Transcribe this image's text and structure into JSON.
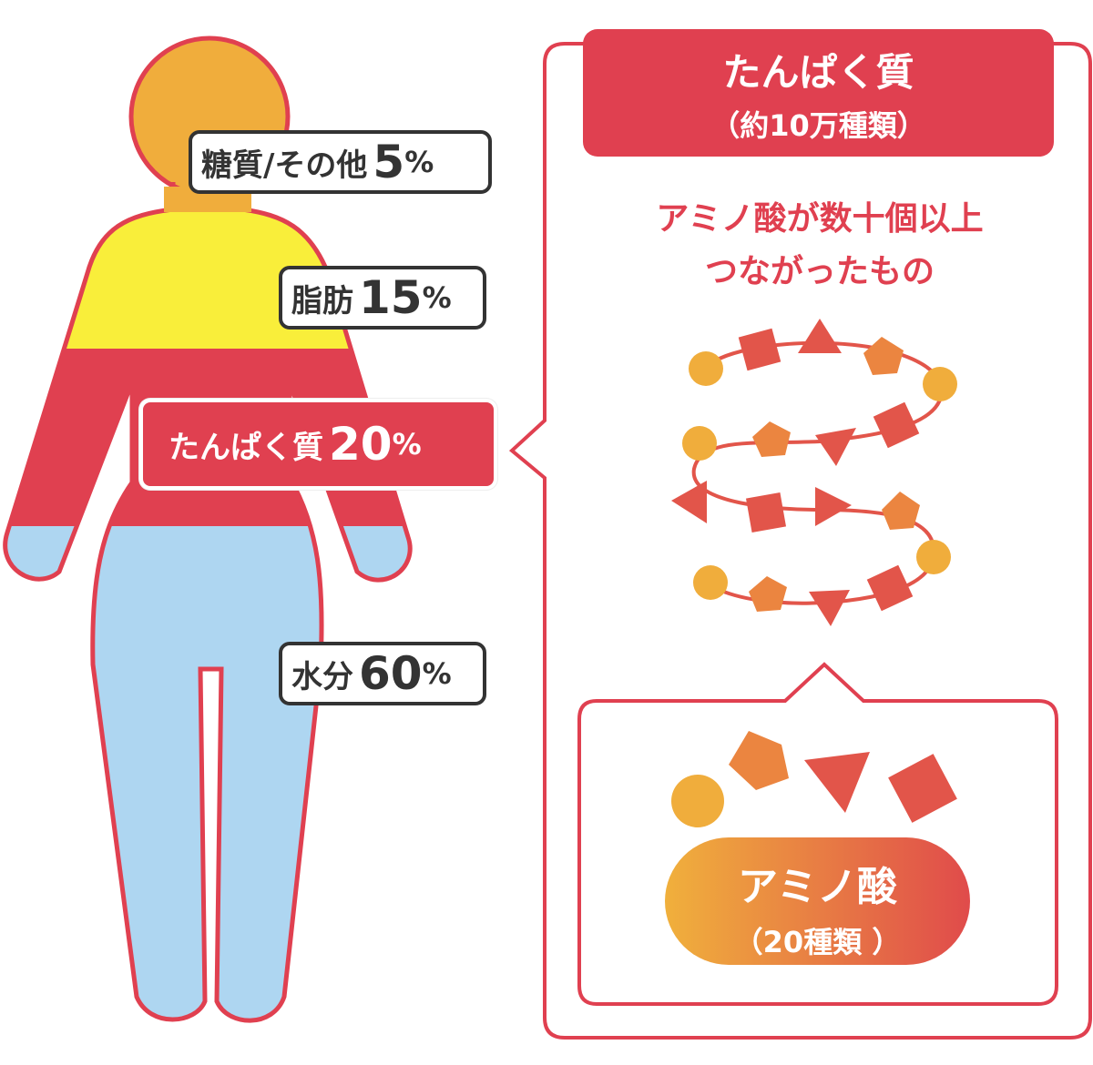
{
  "body_labels": {
    "carbs": {
      "label": "糖質/その他",
      "value": "5",
      "unit": "%"
    },
    "fat": {
      "label": "脂肪",
      "value": "15",
      "unit": "%"
    },
    "protein": {
      "label": "たんぱく質",
      "value": "20",
      "unit": "%"
    },
    "water": {
      "label": "水分",
      "value": "60",
      "unit": "%"
    }
  },
  "protein_panel": {
    "title": "たんぱく質",
    "subtitle": "（約10万種類）",
    "description_line1": "アミノ酸が数十個以上",
    "description_line2": "つながったもの"
  },
  "amino_box": {
    "title": "アミノ酸",
    "subtitle": "（20種類 ）"
  },
  "colors": {
    "red": "#E04050",
    "orange": "#F0AD3C",
    "yellow": "#F9EE3A",
    "blue": "#AED6F1",
    "dark": "#333333"
  }
}
